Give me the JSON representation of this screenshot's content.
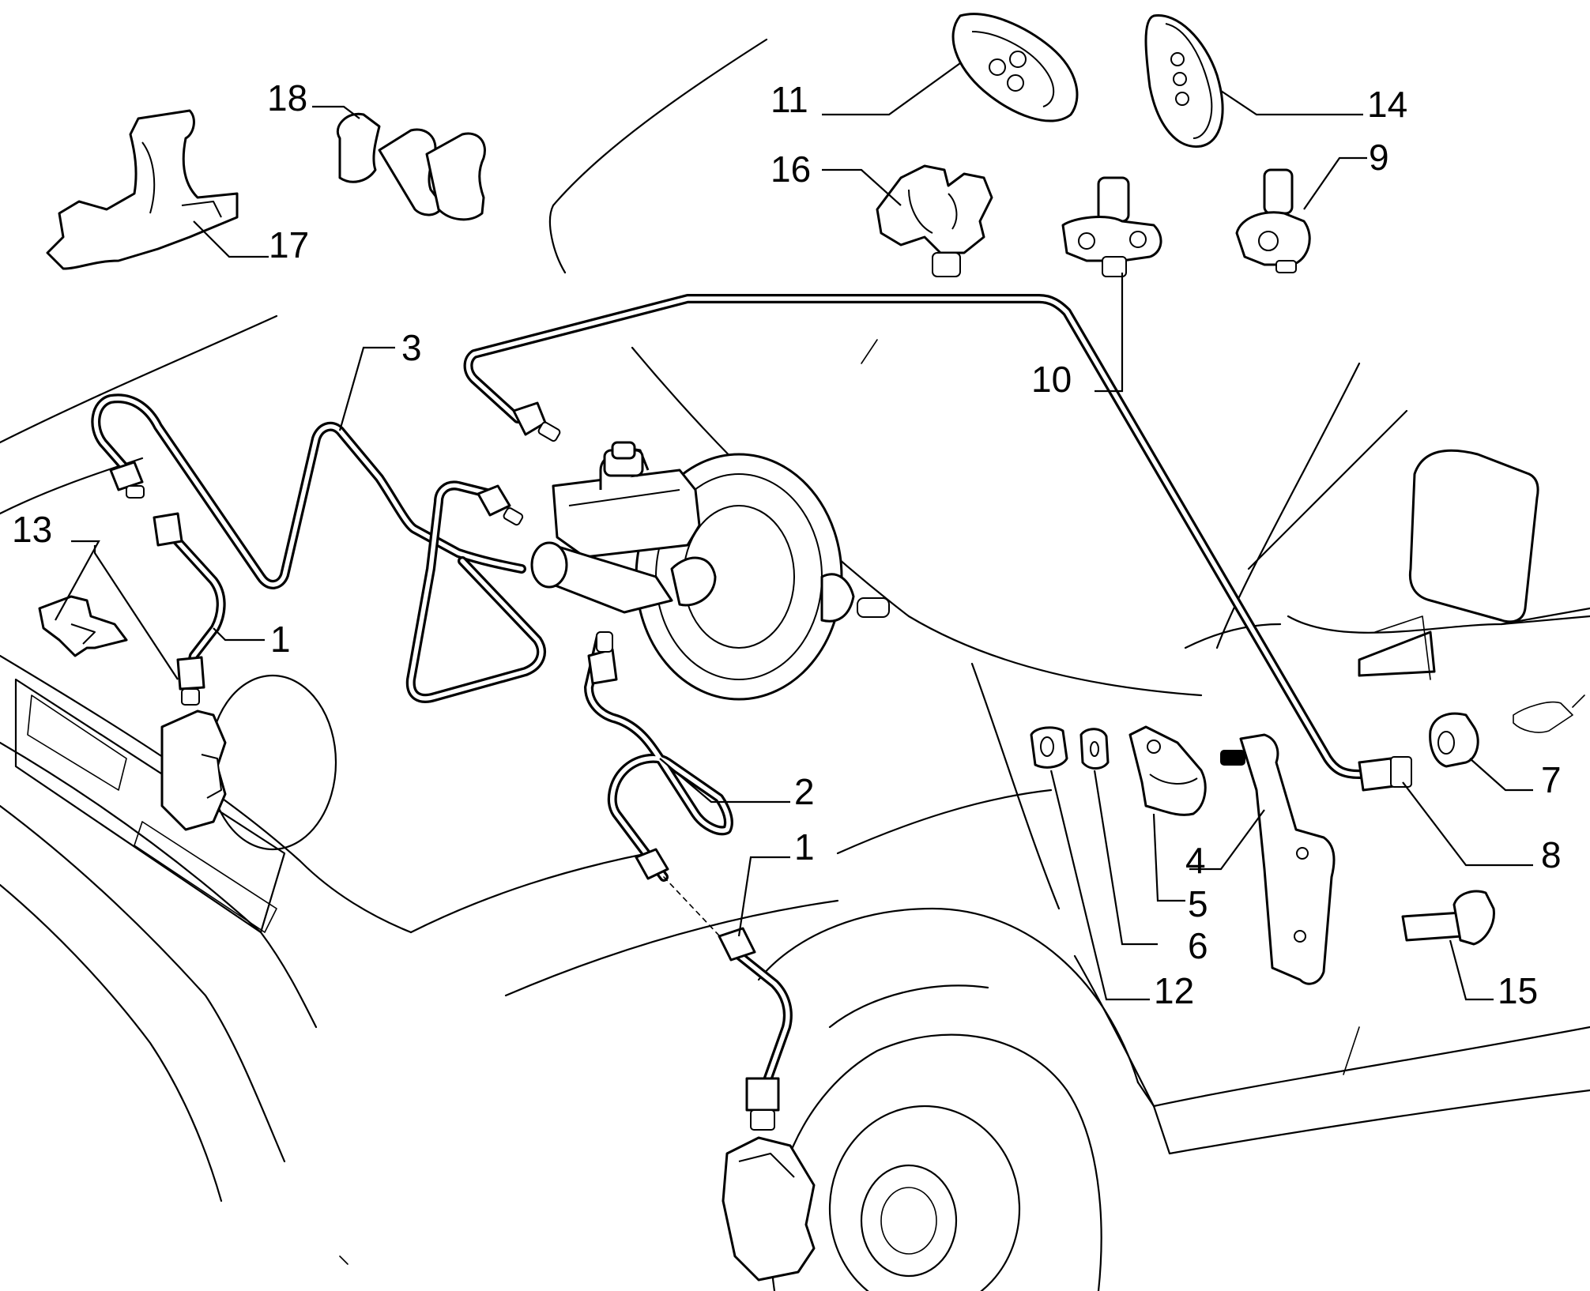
{
  "callouts": [
    {
      "id": "c18",
      "text": "18"
    },
    {
      "id": "c17",
      "text": "17"
    },
    {
      "id": "c11",
      "text": "11"
    },
    {
      "id": "c14",
      "text": "14"
    },
    {
      "id": "c16",
      "text": "16"
    },
    {
      "id": "c9",
      "text": "9"
    },
    {
      "id": "c10",
      "text": "10"
    },
    {
      "id": "c3",
      "text": "3"
    },
    {
      "id": "c13",
      "text": "13"
    },
    {
      "id": "c1a",
      "text": "1"
    },
    {
      "id": "c2",
      "text": "2"
    },
    {
      "id": "c1b",
      "text": "1"
    },
    {
      "id": "c7",
      "text": "7"
    },
    {
      "id": "c8",
      "text": "8"
    },
    {
      "id": "c4",
      "text": "4"
    },
    {
      "id": "c5",
      "text": "5"
    },
    {
      "id": "c6",
      "text": "6"
    },
    {
      "id": "c12",
      "text": "12"
    },
    {
      "id": "c15",
      "text": "15"
    }
  ]
}
